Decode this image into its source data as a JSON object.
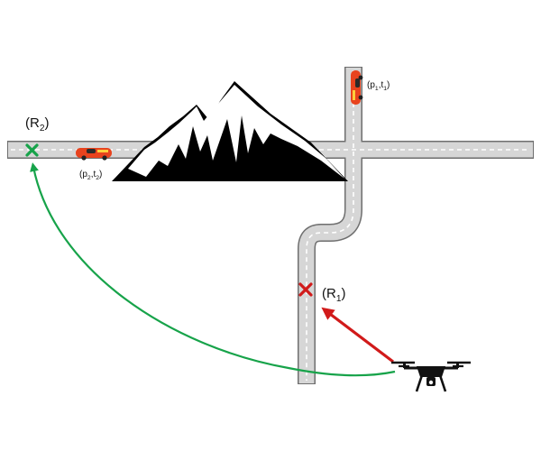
{
  "labels": {
    "r2": {
      "main": "(R",
      "sub": "2",
      "close": ")"
    },
    "r1": {
      "main": "(R",
      "sub": "1",
      "close": ")"
    },
    "p1t1": {
      "open": "(p",
      "sub1": "1",
      "mid": ",t",
      "sub2": "1",
      "close": ")"
    },
    "p2t2": {
      "open": "(p",
      "sub1": "2",
      "mid": ",t",
      "sub2": "2",
      "close": ")"
    }
  },
  "colors": {
    "road_fill": "#d6d6d6",
    "road_edge": "#6f6f6f",
    "lane_dash": "#ffffff",
    "mountain": "#000000",
    "snow": "#ffffff",
    "green_path": "#17a34a",
    "red_arrow": "#d11a1a",
    "car_body": "#e8431e",
    "car_accent": "#ffcf3a",
    "drone": "#111111"
  },
  "icons": {
    "target_r2": "x-mark-icon",
    "target_r1": "x-mark-icon",
    "car": "race-car-icon",
    "drone": "quadcopter-drone-icon",
    "mountain": "mountain-icon"
  }
}
